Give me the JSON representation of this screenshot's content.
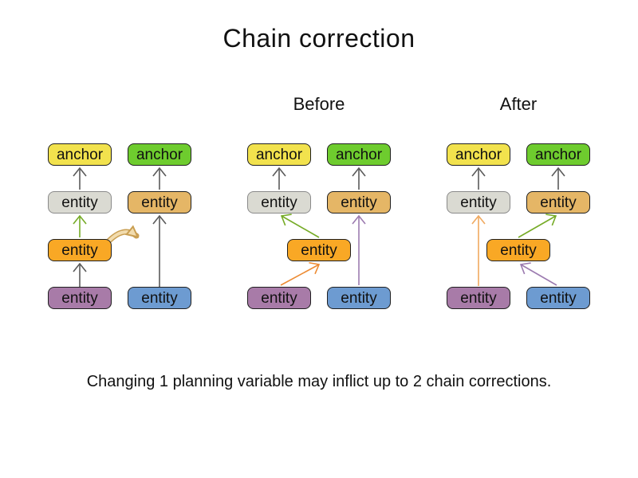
{
  "title": "Chain correction",
  "caption": "Changing 1 planning variable may inflict up to 2 chain corrections.",
  "colors": {
    "background": "#ffffff",
    "text": "#111111",
    "anchor_yellow": "#f2e24d",
    "anchor_green": "#6ecc2e",
    "entity_gray": "#dadad2",
    "entity_tan": "#e5b666",
    "entity_orange": "#f9a825",
    "entity_purple": "#a87ba8",
    "entity_blue": "#6d9bd1",
    "arrow_black": "#5a5a5a",
    "arrow_green": "#76ab27",
    "arrow_orange": "#ed8b33",
    "arrow_sandy": "#f0a95f",
    "arrow_purple": "#9c7bb0",
    "move_arrow_fill": "#f2dcae",
    "move_arrow_outline": "#c99e51"
  },
  "groups": [
    {
      "name": "initial",
      "label": "",
      "nodes": {
        "anchorA": {
          "label": "anchor",
          "color": "yellow"
        },
        "anchorB": {
          "label": "anchor",
          "color": "green"
        },
        "entityGray": {
          "label": "entity",
          "color": "gray"
        },
        "entityTan": {
          "label": "entity",
          "color": "tan"
        },
        "entityOrange": {
          "label": "entity",
          "color": "orange"
        },
        "entityPurple": {
          "label": "entity",
          "color": "purple"
        },
        "entityBlue": {
          "label": "entity",
          "color": "blue"
        }
      },
      "arrows": [
        {
          "from": "entityPurple",
          "to": "entityOrange",
          "color": "black"
        },
        {
          "from": "entityOrange",
          "to": "entityGray",
          "color": "green"
        },
        {
          "from": "entityGray",
          "to": "anchorA",
          "color": "black"
        },
        {
          "from": "entityBlue",
          "to": "entityTan",
          "color": "black"
        },
        {
          "from": "entityTan",
          "to": "anchorB",
          "color": "black"
        },
        {
          "type": "move-indicator",
          "from": "entityOrange",
          "toward": "second-chain",
          "color": "tan"
        }
      ]
    },
    {
      "name": "before",
      "label": "Before",
      "nodes": {
        "anchorA": {
          "label": "anchor",
          "color": "yellow"
        },
        "anchorB": {
          "label": "anchor",
          "color": "green"
        },
        "entityGray": {
          "label": "entity",
          "color": "gray"
        },
        "entityTan": {
          "label": "entity",
          "color": "tan"
        },
        "entityOrange": {
          "label": "entity",
          "color": "orange"
        },
        "entityPurple": {
          "label": "entity",
          "color": "purple"
        },
        "entityBlue": {
          "label": "entity",
          "color": "blue"
        }
      },
      "arrows": [
        {
          "from": "entityGray",
          "to": "anchorA",
          "color": "black"
        },
        {
          "from": "entityTan",
          "to": "anchorB",
          "color": "black"
        },
        {
          "from": "entityOrange",
          "to": "entityGray",
          "color": "green"
        },
        {
          "from": "entityPurple",
          "to": "entityOrange",
          "color": "orange"
        },
        {
          "from": "entityBlue",
          "to": "entityTan",
          "color": "purple"
        }
      ]
    },
    {
      "name": "after",
      "label": "After",
      "nodes": {
        "anchorA": {
          "label": "anchor",
          "color": "yellow"
        },
        "anchorB": {
          "label": "anchor",
          "color": "green"
        },
        "entityGray": {
          "label": "entity",
          "color": "gray"
        },
        "entityTan": {
          "label": "entity",
          "color": "tan"
        },
        "entityOrange": {
          "label": "entity",
          "color": "orange"
        },
        "entityPurple": {
          "label": "entity",
          "color": "purple"
        },
        "entityBlue": {
          "label": "entity",
          "color": "blue"
        }
      },
      "arrows": [
        {
          "from": "entityGray",
          "to": "anchorA",
          "color": "black"
        },
        {
          "from": "entityTan",
          "to": "anchorB",
          "color": "black"
        },
        {
          "from": "entityPurple",
          "to": "entityGray",
          "color": "sandy"
        },
        {
          "from": "entityOrange",
          "to": "entityTan",
          "color": "green"
        },
        {
          "from": "entityBlue",
          "to": "entityOrange",
          "color": "purple"
        }
      ]
    }
  ]
}
